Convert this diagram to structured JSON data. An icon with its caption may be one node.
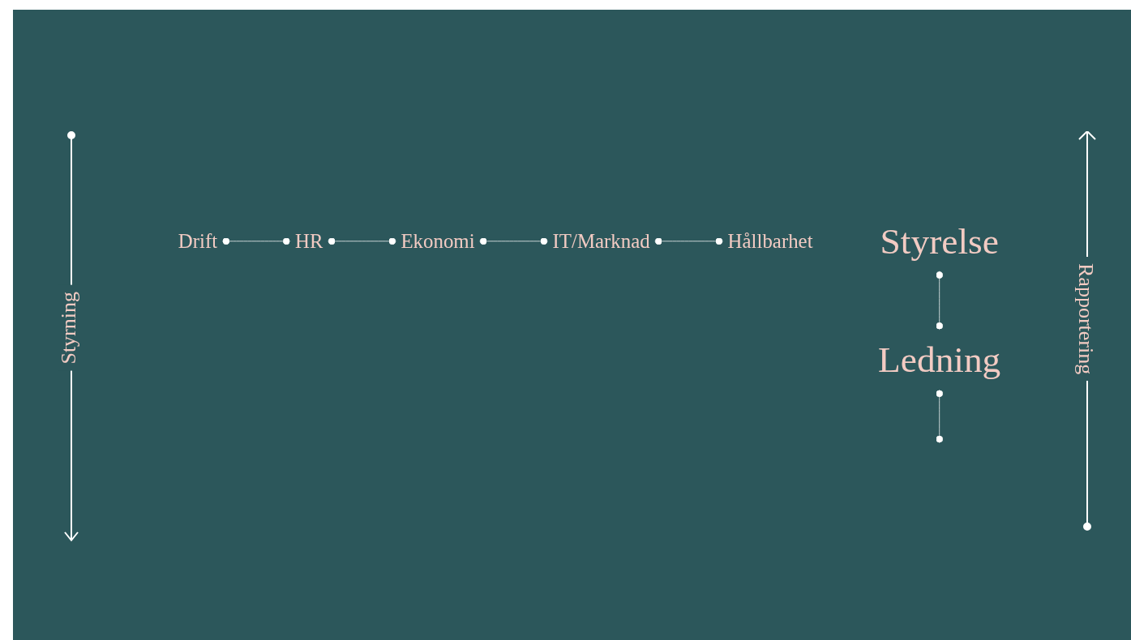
{
  "diagram": {
    "nodes": [
      {
        "text": [
          "Styrelse"
        ]
      },
      {
        "text": [
          "Ledning"
        ]
      },
      {
        "text": [
          "Drift"
        ]
      },
      {
        "text": [
          "HR"
        ]
      },
      {
        "text": [
          "Ekonomi"
        ]
      },
      {
        "text": [
          "IT/Marknad"
        ]
      },
      {
        "text": [
          "Hållbarhet"
        ]
      }
    ],
    "edges": [
      {
        "from": 0,
        "to": 1,
        "arrow": "other"
      },
      {
        "from": 1,
        "to": null,
        "arrow": "other"
      },
      {
        "from": 2,
        "to": 3,
        "arrow": "other"
      },
      {
        "from": 3,
        "to": 4,
        "arrow": "other"
      },
      {
        "from": 4,
        "to": 5,
        "arrow": "other"
      },
      {
        "from": 5,
        "to": 6,
        "arrow": "other"
      }
    ],
    "labels": [
      "Styrning",
      "Rapportering"
    ]
  }
}
